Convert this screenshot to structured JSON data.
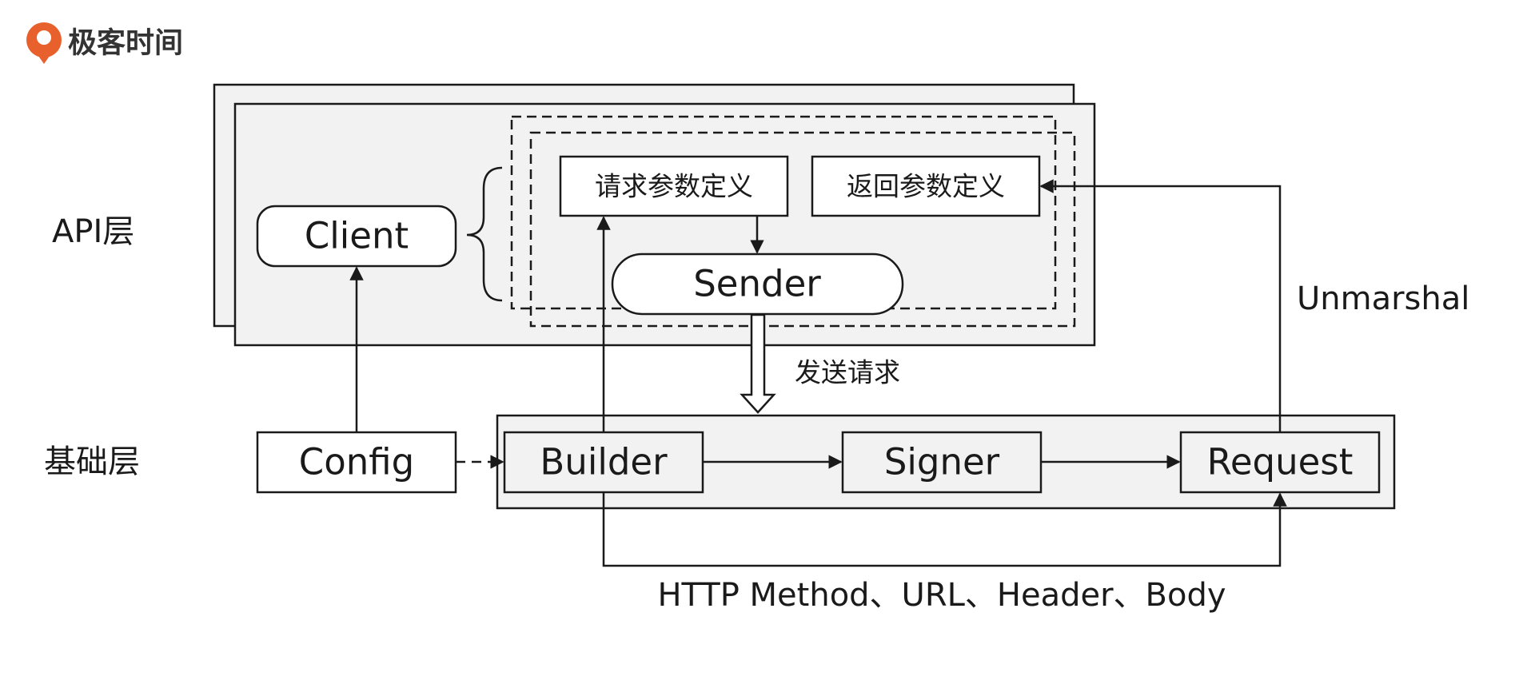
{
  "brand": {
    "name": "极客时间",
    "logo_icon": "geektime-logo-icon",
    "logo_color": "#e8602c"
  },
  "layers": {
    "api": "API层",
    "base": "基础层"
  },
  "nodes": {
    "client": "Client",
    "request_params": "请求参数定义",
    "response_params": "返回参数定义",
    "sender": "Sender",
    "config": "Config",
    "builder": "Builder",
    "signer": "Signer",
    "request": "Request"
  },
  "edges": {
    "send_request": "发送请求",
    "unmarshal": "Unmarshal",
    "builder_to_request": "HTTP Method、URL、Header、Body"
  },
  "colors": {
    "stroke": "#1a1a1a",
    "panel_fill": "#f2f2f2",
    "box_fill": "#ffffff"
  }
}
